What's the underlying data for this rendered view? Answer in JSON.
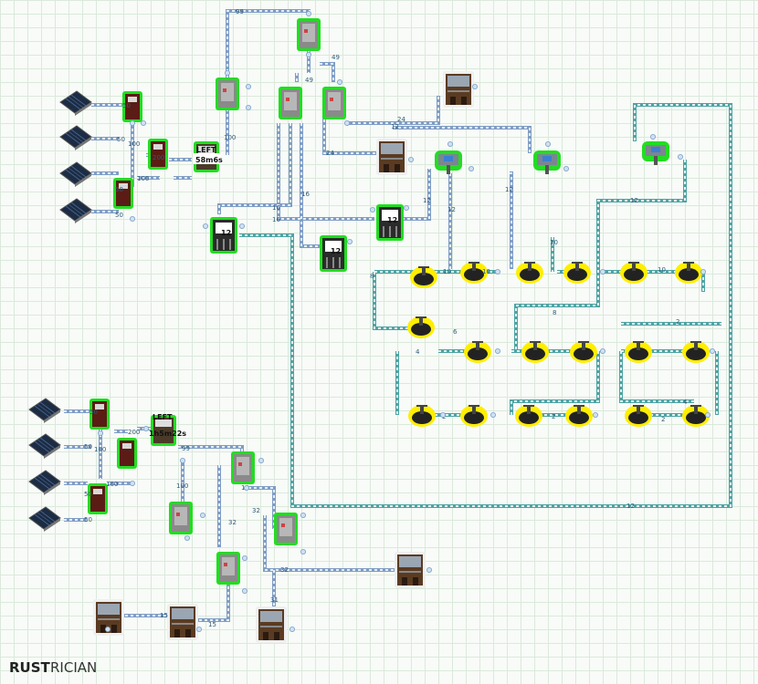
{
  "app": {
    "logo_bold": "RUST",
    "logo_light": "RICIAN"
  },
  "colors": {
    "grid": "#dbe9db",
    "wire": "#7f9dc4",
    "pipe": "#4fa3a3",
    "powered_glow": "#22dd22",
    "sprinkler_glow": "#ffee00"
  },
  "upper": {
    "timer_label": "LEFT",
    "timer_value": "58m6s",
    "battery_label": "200",
    "pump_labels": [
      "12",
      "12",
      "12"
    ],
    "wire_labels": [
      "99",
      "100",
      "100",
      "100",
      "50",
      "50",
      "50",
      "50",
      "49",
      "49",
      "16",
      "16",
      "16",
      "24",
      "24",
      "12",
      "12",
      "12",
      "12",
      "12",
      "12",
      "10",
      "10",
      "10",
      "10",
      "8",
      "8",
      "6",
      "4",
      "4",
      "2",
      "2",
      "2",
      "2"
    ]
  },
  "lower": {
    "timer_label": "LEFT",
    "timer_value": "1h5m22s",
    "battery_label": "200",
    "wire_labels": [
      "50",
      "50",
      "50",
      "50",
      "100",
      "100",
      "100",
      "99",
      "32",
      "32",
      "32",
      "31",
      "15",
      "15",
      "12"
    ]
  }
}
